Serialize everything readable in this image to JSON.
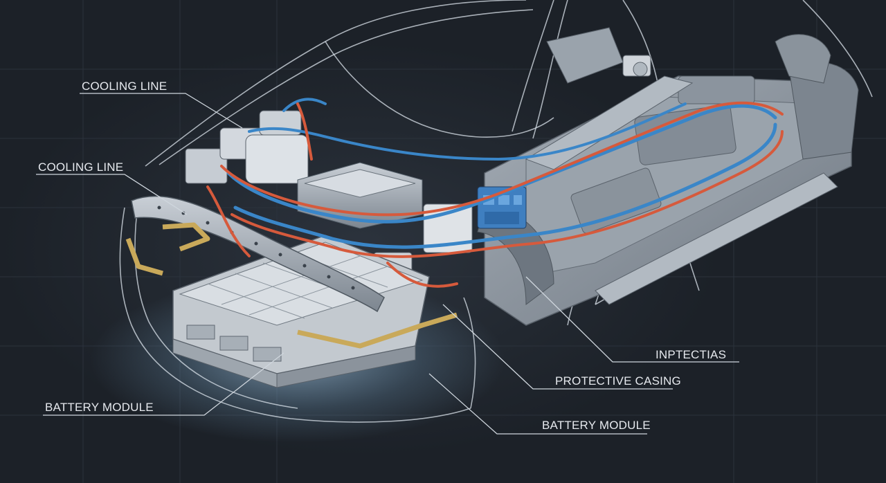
{
  "callouts": [
    {
      "id": "cooling-line-top",
      "text": "COOLING LINE"
    },
    {
      "id": "cooling-line-mid",
      "text": "COOLING LINE"
    },
    {
      "id": "battery-module-left",
      "text": "BATTERY MODULE"
    },
    {
      "id": "inptectias",
      "text": "INPTECTIAS"
    },
    {
      "id": "protective-casing",
      "text": "PROTECTIVE CASING"
    },
    {
      "id": "battery-module-right",
      "text": "BATTERY MODULE"
    }
  ],
  "colors": {
    "background": "#1f252e",
    "grid": "#2b323c",
    "outline": "#d9e2ea",
    "chassis": "#8f98a3",
    "coolant_blue": "#3a86c8",
    "hv_red": "#d65a3c",
    "bracket_gold": "#c9a95a",
    "glow": "#bfe3ff"
  }
}
